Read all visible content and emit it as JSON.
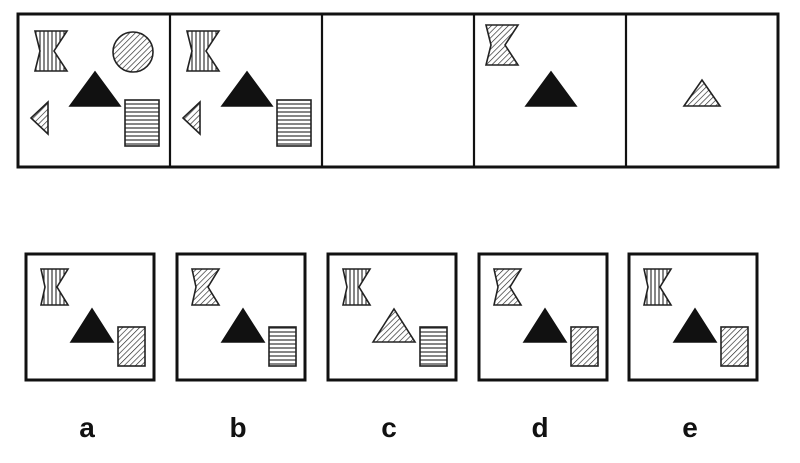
{
  "sequence": {
    "panels": [
      {
        "shapes": [
          "chevron-vertical-stripes",
          "circle-diagonal-stripes",
          "triangle-black",
          "half-triangle-diagonal-stripes",
          "rectangle-horizontal-stripes"
        ]
      },
      {
        "shapes": [
          "chevron-vertical-stripes",
          "triangle-black",
          "half-triangle-diagonal-stripes",
          "rectangle-horizontal-stripes"
        ]
      },
      {
        "shapes": []
      },
      {
        "shapes": [
          "chevron-diagonal-stripes",
          "triangle-black"
        ]
      },
      {
        "shapes": [
          "triangle-diagonal-stripes"
        ]
      }
    ]
  },
  "options": [
    {
      "label": "a",
      "shapes": [
        "chevron-vertical-stripes",
        "triangle-black",
        "rectangle-diagonal-stripes"
      ]
    },
    {
      "label": "b",
      "shapes": [
        "chevron-diagonal-stripes",
        "triangle-black",
        "rectangle-horizontal-stripes"
      ]
    },
    {
      "label": "c",
      "shapes": [
        "chevron-vertical-stripes",
        "triangle-diagonal-stripes",
        "rectangle-horizontal-stripes"
      ]
    },
    {
      "label": "d",
      "shapes": [
        "chevron-diagonal-stripes",
        "triangle-black",
        "rectangle-diagonal-stripes"
      ]
    },
    {
      "label": "e",
      "shapes": [
        "chevron-vertical-stripes",
        "triangle-black",
        "rectangle-diagonal-stripes"
      ]
    }
  ]
}
